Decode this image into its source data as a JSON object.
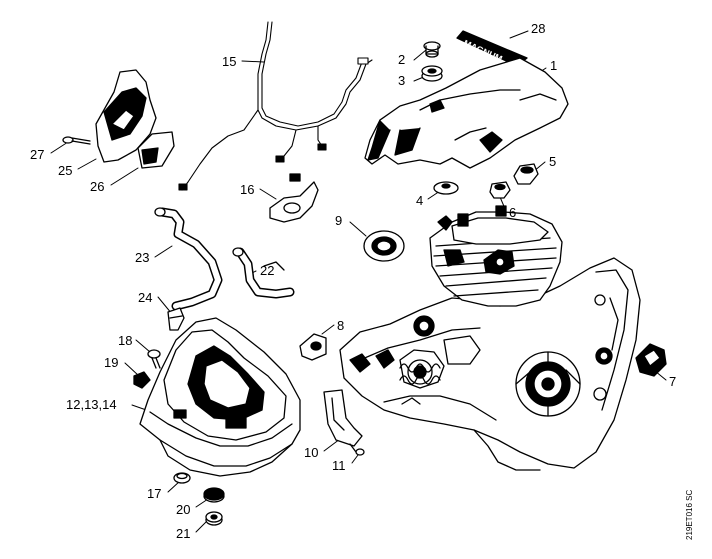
{
  "diagram": {
    "doc_id": "219ET016 SC",
    "brand_text": "MAGNUM",
    "callouts": [
      "1",
      "2",
      "3",
      "4",
      "5",
      "6",
      "7",
      "8",
      "9",
      "10",
      "11",
      "12,13,14",
      "15",
      "16",
      "17",
      "18",
      "19",
      "20",
      "21",
      "22",
      "23",
      "24",
      "25",
      "26",
      "27",
      "28"
    ]
  }
}
